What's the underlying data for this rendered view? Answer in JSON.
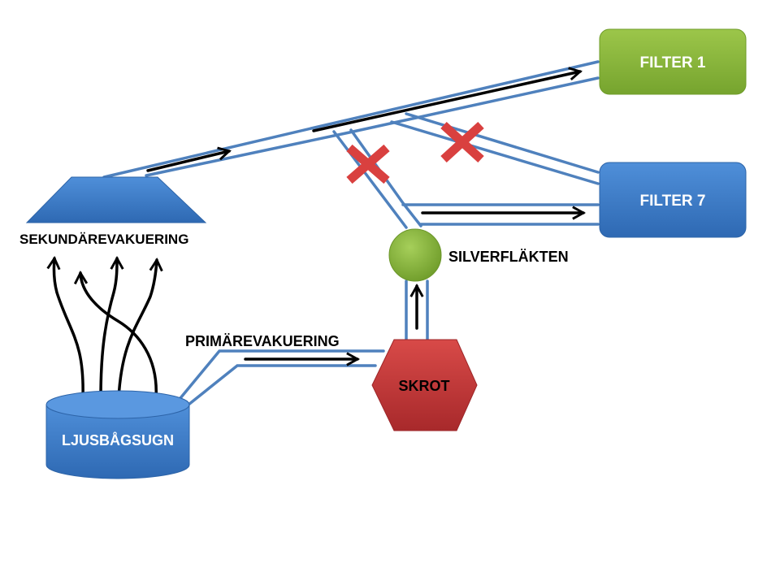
{
  "nodes": {
    "furnace": {
      "label": "LJUSBÅGSUGN",
      "color": "#3d7dc9"
    },
    "scrap": {
      "label": "SKROT",
      "color": "#c8383a"
    },
    "fan": {
      "label": "SILVERFLÄKTEN",
      "color": "#8cb83e"
    },
    "hood": {
      "label": "SEKUNDÄREVAKUERING",
      "color": "#3d7dc9"
    },
    "filter1": {
      "label": "FILTER 1",
      "color": "#8cb83e"
    },
    "filter7": {
      "label": "FILTER 7",
      "color": "#3d7dc9"
    }
  },
  "labels": {
    "primary": "PRIMÄREVAKUERING"
  },
  "colors": {
    "pipe": "#4f81bd",
    "arrow": "#000000",
    "blocked": "#d9403f"
  }
}
